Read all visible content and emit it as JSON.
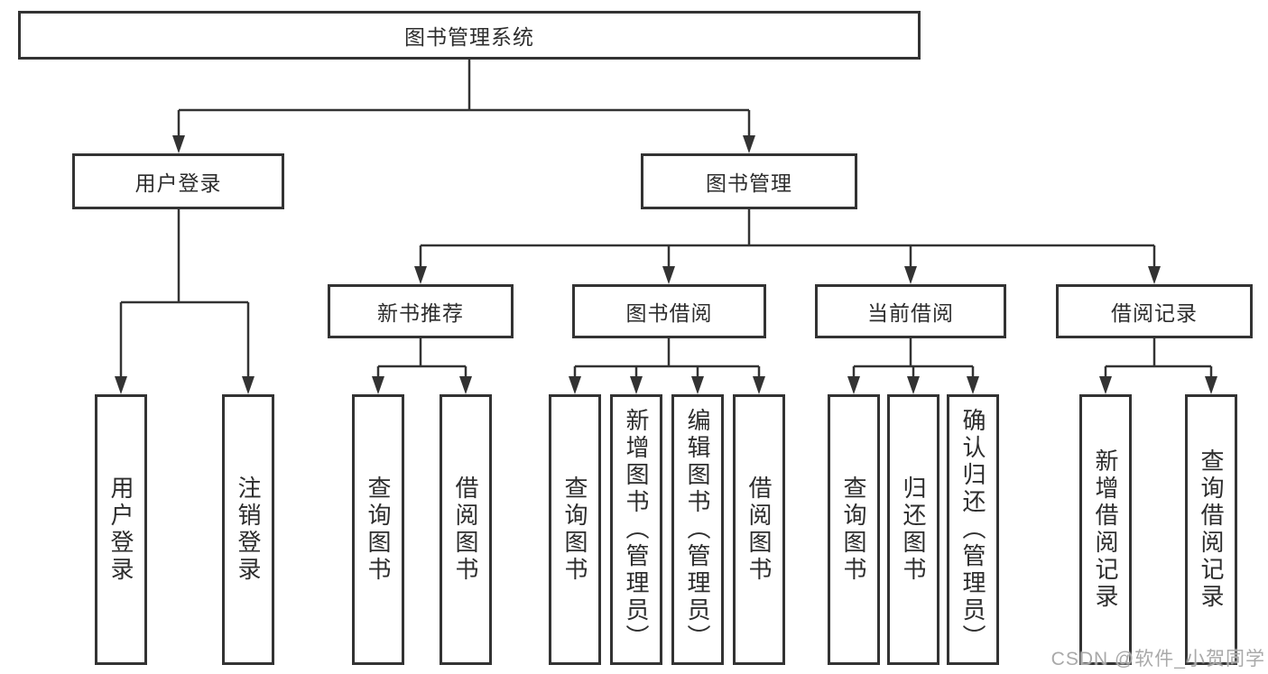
{
  "tree": {
    "label": "图书管理系统",
    "children": [
      {
        "label": "用户登录",
        "children": [
          {
            "label": "用户登录"
          },
          {
            "label": "注销登录"
          }
        ]
      },
      {
        "label": "图书管理",
        "children": [
          {
            "label": "新书推荐",
            "children": [
              {
                "label": "查询图书"
              },
              {
                "label": "借阅图书"
              }
            ]
          },
          {
            "label": "图书借阅",
            "children": [
              {
                "label": "查询图书"
              },
              {
                "label": "新增图书（管理员）"
              },
              {
                "label": "编辑图书（管理员）"
              },
              {
                "label": "借阅图书"
              }
            ]
          },
          {
            "label": "当前借阅",
            "children": [
              {
                "label": "查询图书"
              },
              {
                "label": "归还图书"
              },
              {
                "label": "确认归还（管理员）"
              }
            ]
          },
          {
            "label": "借阅记录",
            "children": [
              {
                "label": "新增借阅记录"
              },
              {
                "label": "查询借阅记录"
              }
            ]
          }
        ]
      }
    ]
  },
  "watermark": {
    "text": "CSDN @软件_小贺同学"
  },
  "colors": {
    "line": "#333333",
    "box_border": "#333333",
    "box_background": "#ffffff",
    "text": "#2d2d2d",
    "watermark": "#a9a9a9"
  }
}
